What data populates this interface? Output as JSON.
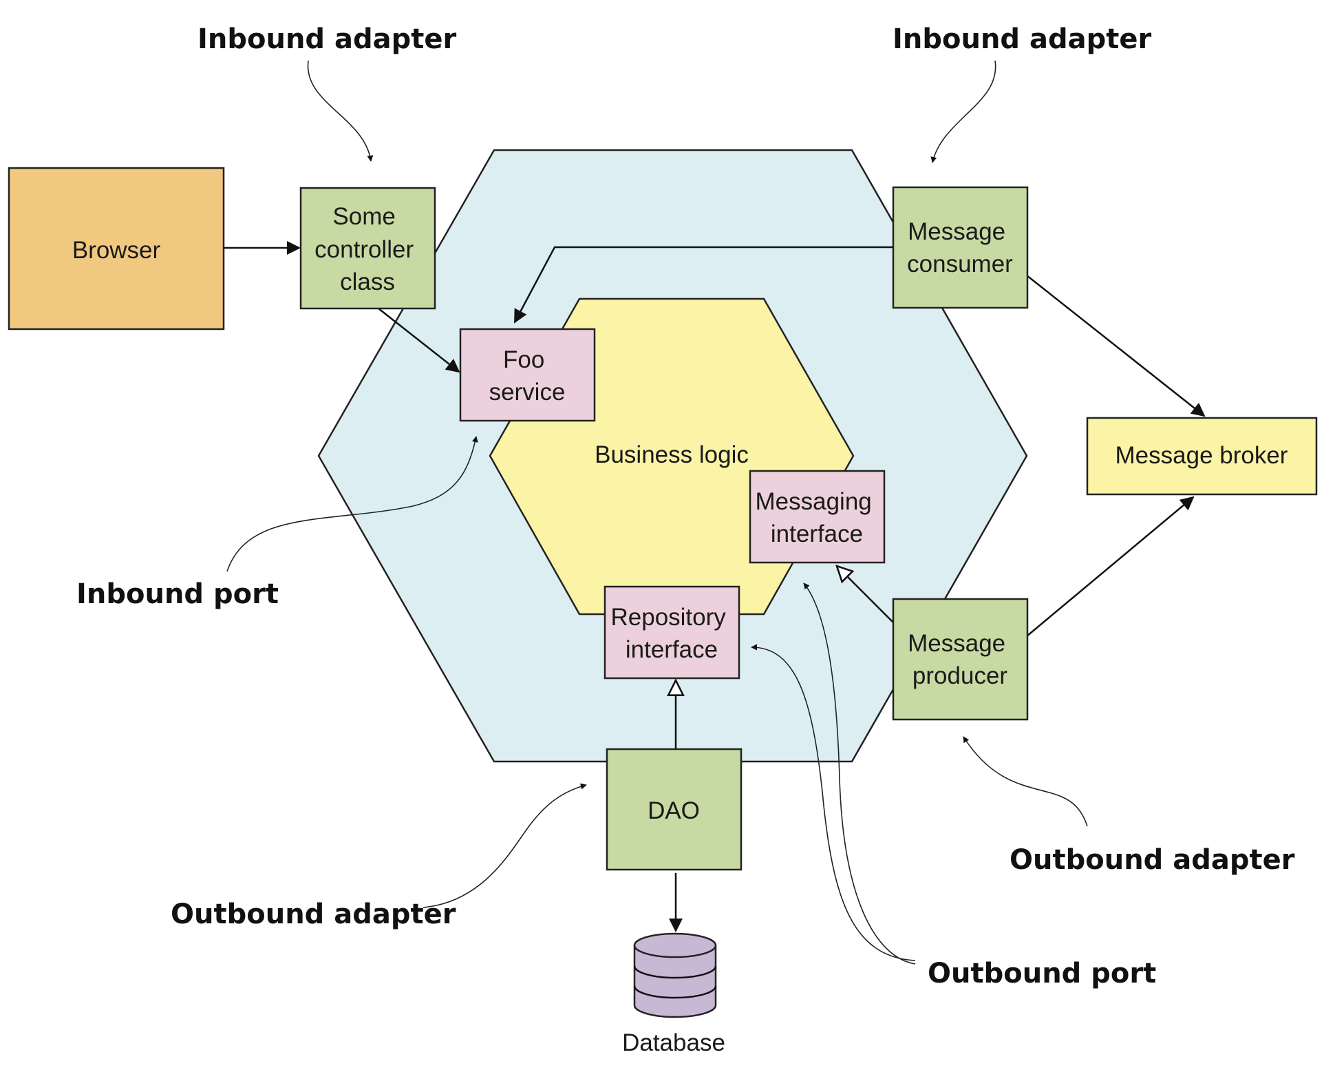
{
  "colors": {
    "outer_hexagon": "#ddeef3",
    "inner_hexagon": "#fbf3a6",
    "adapter_box": "#c8daa3",
    "port_box": "#ecd1dc",
    "browser_box": "#f0c880",
    "broker_box": "#fbf3a6",
    "database": "#c8b8d4"
  },
  "core": {
    "label": "Business logic"
  },
  "boxes": {
    "browser": {
      "lines": [
        "Browser"
      ]
    },
    "controller": {
      "lines": [
        "Some",
        "controller",
        "class"
      ]
    },
    "foo_service": {
      "lines": [
        "Foo",
        "service"
      ]
    },
    "message_consumer": {
      "lines": [
        "Message",
        "consumer"
      ]
    },
    "message_broker": {
      "lines": [
        "Message broker"
      ]
    },
    "messaging_interface": {
      "lines": [
        "Messaging",
        "interface"
      ]
    },
    "repository_interface": {
      "lines": [
        "Repository",
        "interface"
      ]
    },
    "message_producer": {
      "lines": [
        "Message",
        "producer"
      ]
    },
    "dao": {
      "lines": [
        "DAO"
      ]
    }
  },
  "database": {
    "label": "Database",
    "icon": "database-cylinder-icon"
  },
  "annotations": {
    "inbound_adapter_left": "Inbound adapter",
    "inbound_adapter_right": "Inbound adapter",
    "inbound_port": "Inbound port",
    "outbound_adapter_left": "Outbound adapter",
    "outbound_adapter_right": "Outbound adapter",
    "outbound_port": "Outbound port"
  }
}
